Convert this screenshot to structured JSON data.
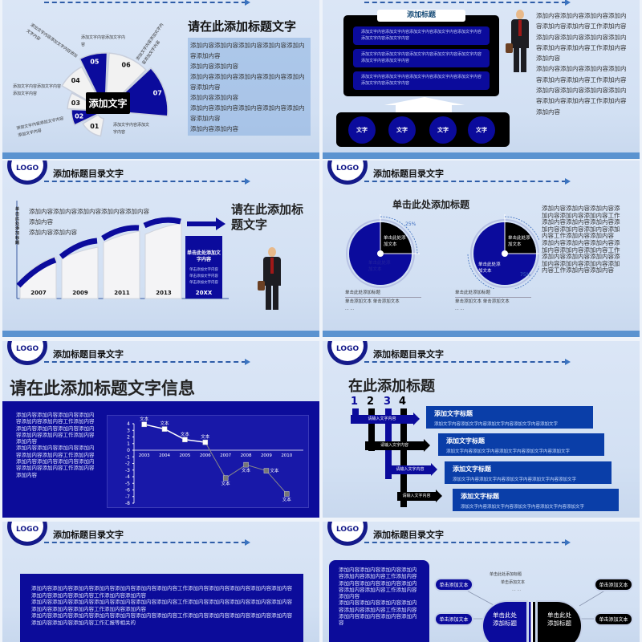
{
  "common": {
    "logo": "LOGO",
    "section_title": "添加标题目录文字"
  },
  "colors": {
    "navy": "#0b0b9c",
    "strip": "#5b93d0",
    "dash": "#2e5da8"
  },
  "slide1": {
    "title": "请在此添加标题文字",
    "center_label": "添加文字",
    "petals": [
      "01",
      "02",
      "03",
      "04",
      "05",
      "06",
      "07"
    ],
    "notes": [
      "添加文字内容添加文字内容",
      "添加文字内容添加文字内容添加文字内容",
      "添加文字内容添加文字内容添加文字内容",
      "添加文字内容添加文字内容添加文字内容",
      "添加文字内容添加文字内容",
      "添加文字内容添加文字内容添加文字内容"
    ],
    "body": "添加内容添加内容添加内容添加内容添加内容添加内容\n添加内容添加内容\n添加内容添加内容添加内容添加内容添加内容添加内容\n添加内容添加内容\n添加内容添加内容添加内容添加内容添加内容添加内容\n添加内容添加内容"
  },
  "slide2": {
    "panel_title": "添加标题",
    "rows": [
      "添加文字内容添加文字内容添加文字内容添加文字内容添加文字内容添加文字内容添加文字内容",
      "添加文字内容添加文字内容添加文字内容添加文字内容添加文字内容添加文字内容添加文字内容",
      "添加文字内容添加文字内容添加文字内容添加文字内容添加文字内容添加文字内容添加文字内容"
    ],
    "circles": [
      "文字",
      "文字",
      "文字",
      "文字"
    ],
    "body": "添加内容添加内容添加内容添加内容添加内容添加内容工作添加内容添加内容添加内容添加内容添加内容添加内容添加内容工作添加内容添加内容\n添加内容添加内容添加内容添加内容添加内容添加内容工作添加内容添加内容添加内容添加内容添加内容添加内容添加内容工作添加内容添加内容"
  },
  "slide3": {
    "title": "请在此添加标题文字",
    "axis_label": "单击此处添加标题",
    "body": "添加内容添加内容添加内容添加内容添加内容添加内容\n添加内容添加内容",
    "years": [
      "2007",
      "2009",
      "2011",
      "2013",
      "20XX"
    ],
    "highlight_title": "单击此处添加文字内容",
    "highlight_lines": [
      "单击添加文字内容",
      "单击添加文字内容",
      "单击添加文字内容"
    ]
  },
  "slide4": {
    "title": "单击此处添加标题",
    "pies": [
      {
        "percent": "25%",
        "fraction": 0.25,
        "black_label": "单击此处添加文本",
        "blue_label": "单击此处添加文本",
        "caption_title": "单击此处添加标题",
        "caption_text": "单击添加文本 单击添加文本",
        "caption_more": "... ..."
      },
      {
        "percent": "75%",
        "fraction": 0.75,
        "black_label": "单击此处添加文本",
        "blue_label": "单击此处添加文本",
        "caption_title": "单击此处添加标题",
        "caption_text": "单击添加文本 单击添加文本",
        "caption_more": "... ..."
      }
    ],
    "body": "添加内容添加内容添加内容添加内容添加内容添加内容工作添加内容添加内容添加内容添加内容添加内容添加内容添加内容工作添加内容添加内容\n添加内容添加内容添加内容添加内容添加内容添加内容工作添加内容添加内容添加内容添加内容添加内容添加内容添加内容工作添加内容添加内容"
  },
  "slide5": {
    "title": "请在此添加标题文字信息",
    "body": "添加内容添加内容添加内容添加内容添加内容添加内容工作添加内容添加内容添加内容添加内容添加内容添加内容添加内容工作添加内容添加内容\n添加内容添加内容添加内容添加内容添加内容添加内容工作添加内容添加内容添加内容添加内容添加内容添加内容添加内容工作添加内容添加内容",
    "chart_data": {
      "type": "line",
      "x": [
        "2003",
        "2004",
        "2005",
        "2006",
        "2007",
        "2008",
        "2009",
        "2010"
      ],
      "values": [
        3.9,
        3.2,
        1.6,
        1.2,
        -4.2,
        -2.2,
        -3.1,
        -6.6
      ],
      "point_labels": [
        "文本",
        "文本",
        "文本",
        "文本",
        "文本",
        "文本",
        "文本",
        "文本"
      ],
      "ylim": [
        -8,
        4
      ],
      "yticks": [
        "4",
        "3",
        "2",
        "1",
        "0",
        "-1",
        "-2",
        "-3",
        "-4",
        "-5",
        "-6",
        "-7",
        "-8"
      ],
      "grid": false
    }
  },
  "slide6": {
    "title": "在此添加标题",
    "numbers": [
      "1",
      "2",
      "3",
      "4"
    ],
    "arrows": [
      "请输入文字内容",
      "请输入文字内容",
      "请输入文字内容",
      "请输入文字内容"
    ],
    "cards": [
      {
        "title": "添加文字标题",
        "text": "添加文字内容添加文字内容添加文字内容添加文字内容添加文字"
      },
      {
        "title": "添加文字标题",
        "text": "添加文字内容添加文字内容添加文字内容添加文字内容添加文字"
      },
      {
        "title": "添加文字标题",
        "text": "添加文字内容添加文字内容添加文字内容添加文字内容添加文字"
      },
      {
        "title": "添加文字标题",
        "text": "添加文字内容添加文字内容添加文字内容添加文字内容添加文字"
      }
    ]
  },
  "slide7": {
    "body": "添加内容添加内容添加内容添加内容添加内容添加内容添加内容工作添加内容添加内容添加内容添加内容添加内容添加内容添加内容添加内容工作添加内容添加内容\n添加内容添加内容添加内容添加内容添加内容添加内容添加内容工作添加内容添加内容添加内容添加内容添加内容添加内容添加内容添加内容工作添加内容添加内容\n添加内容添加内容添加内容添加内容添加内容添加内容添加内容工作添加内容添加内容添加内容添加内容添加内容添加内容添加内容添加内容工作汇报等相关的"
  },
  "slide8": {
    "body": "添加内容添加内容添加内容添加内容添加内容添加内容工作添加内容添加内容添加内容添加内容添加内容添加内容添加内容工作添加内容添加内容\n添加内容添加内容添加内容添加内容添加内容添加内容工作添加内容添加内容添加内容添加内容添加内容",
    "note_title": "单击此处添加标题",
    "note_text": "单击添加文本",
    "note_more": "... ...",
    "pills": [
      "单击添加文本",
      "单击添加文本",
      "单击添加文本",
      "单击添加文本"
    ],
    "center_blue": "单击此处添加标题",
    "center_black": "单击此处添加标题"
  }
}
